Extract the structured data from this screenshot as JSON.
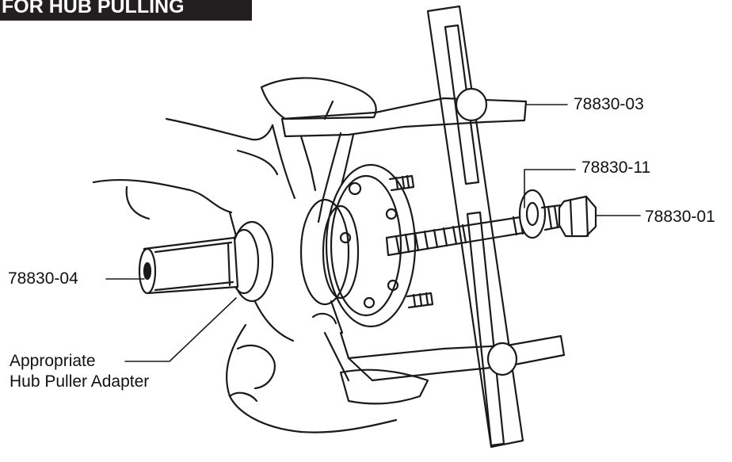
{
  "title": "FOR HUB PULLING",
  "labels": {
    "part_03": "78830-03",
    "part_11": "78830-11",
    "part_01": "78830-01",
    "part_04": "78830-04",
    "adapter_line1": "Appropriate",
    "adapter_line2": "Hub Puller Adapter"
  },
  "colors": {
    "ink": "#1a1a1a",
    "title_bg": "#231f20",
    "title_text": "#ffffff"
  }
}
